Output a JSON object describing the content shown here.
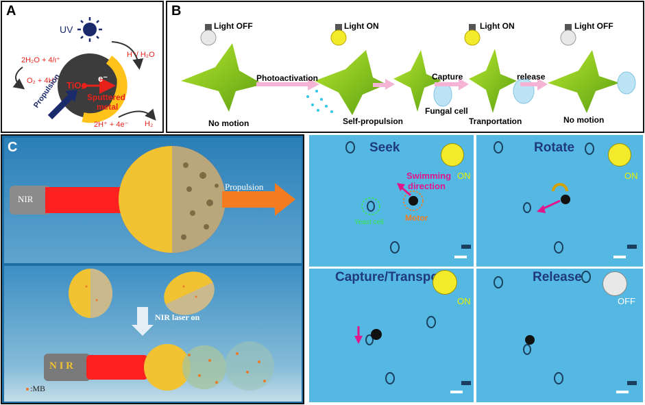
{
  "panel_a": {
    "label": "A",
    "uv": "UV",
    "reaction_left_top": "2H₂O + 4/ι⁺",
    "reaction_left_bottom": "O₂ + 4H⁺",
    "h_water": "H⁺/ H₂O",
    "electron": "e⁻",
    "tio2": "TiO₂",
    "sputtered": "Sputtered",
    "metal": "metal",
    "propulsion": "Propulsion",
    "reaction_right": "2H⁺ + 4e⁻",
    "h2": "H₂"
  },
  "panel_b": {
    "label": "B",
    "light_off_1": "Light OFF",
    "light_on_1": "Light ON",
    "light_on_2": "Light ON",
    "light_off_2": "Light OFF",
    "photoactivation": "Photoactivation",
    "capture": "Capture",
    "release": "release",
    "fungal_cell": "Fungal cell",
    "no_motion_1": "No motion",
    "self_propulsion": "Self-propulsion",
    "transportation": "Tranportation",
    "no_motion_2": "No motion"
  },
  "panel_c": {
    "label": "C",
    "nir_top": "NIR",
    "propulsion": "Propulsion",
    "nir_laser_on": "NIR laser on",
    "nir_bottom": "N I R",
    "mb_legend": ":MB"
  },
  "micrographs": {
    "seek": {
      "title": "Seek",
      "status": "ON",
      "swimming_1": "Swimming",
      "swimming_2": "direction",
      "yeast": "Yeast cell",
      "motor": "Motor"
    },
    "rotate": {
      "title": "Rotate",
      "status": "ON"
    },
    "capture": {
      "title": "Capture/Transport",
      "status": "ON"
    },
    "release": {
      "title": "Release",
      "status": "OFF"
    }
  },
  "colors": {
    "yellow_bulb": "#f2ea2a",
    "off_bulb": "#e8e8e8",
    "on_text": "#e8f000",
    "micro_bg": "#55b8e3",
    "magenta": "#e0168a",
    "orange": "#f57b20",
    "tio2_red": "#e8221b"
  }
}
